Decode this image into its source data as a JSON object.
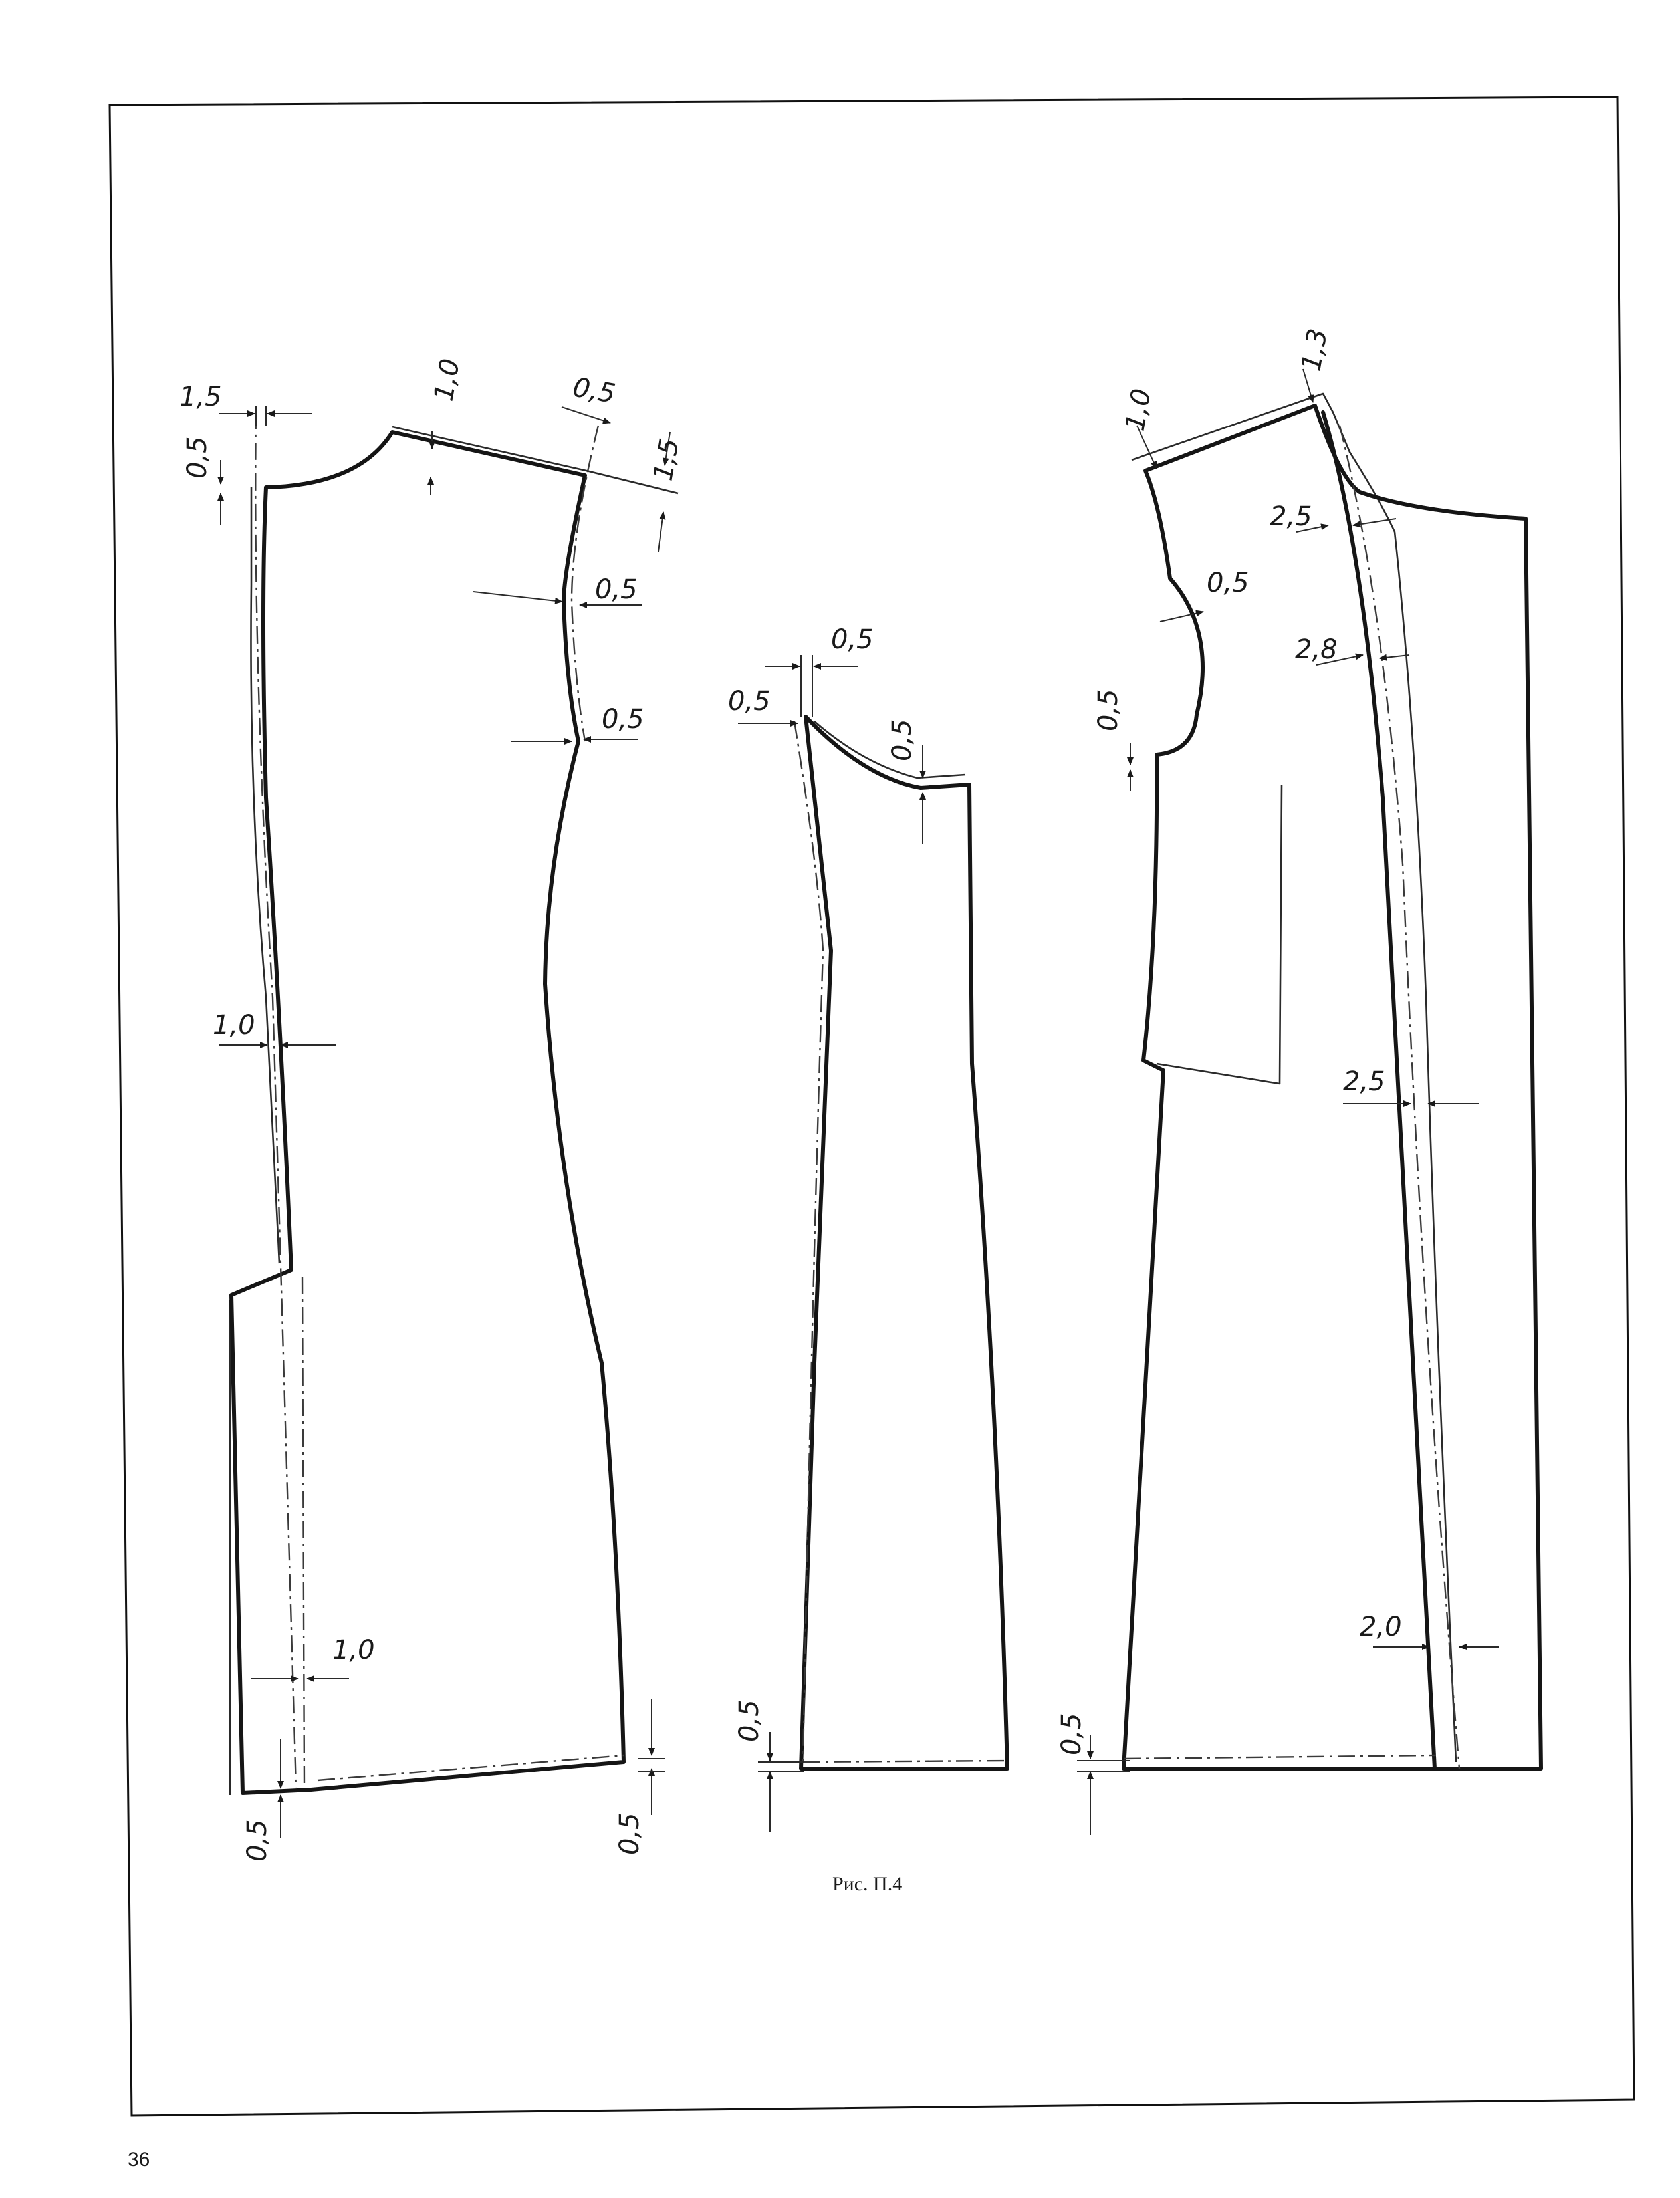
{
  "figure": {
    "caption": "Рис. П.4",
    "page_number": "36"
  },
  "dimensions": {
    "back": {
      "hem_side_top": "1,5",
      "neck_drop": "0,5",
      "neck_raise": "1,0",
      "shoulder_ext": "0,5",
      "shoulder_len": "1,5",
      "armhole_upper": "0,5",
      "armhole_lower": "0,5",
      "center_back": "1,0",
      "vent": "1,0",
      "hem_left": "0,5",
      "hem_right": "0,5"
    },
    "side": {
      "top_width": "0,5",
      "top_left": "0,5",
      "armhole_drop": "0,5",
      "hem": "0,5"
    },
    "front": {
      "shoulder_ext": "1,0",
      "neck_point": "1,3",
      "lapel_top": "2,5",
      "armhole": "0,5",
      "armhole_drop": "0,5",
      "lapel_mid": "2,8",
      "facing": "2,5",
      "facing_hem": "2,0",
      "hem": "0,5"
    }
  }
}
